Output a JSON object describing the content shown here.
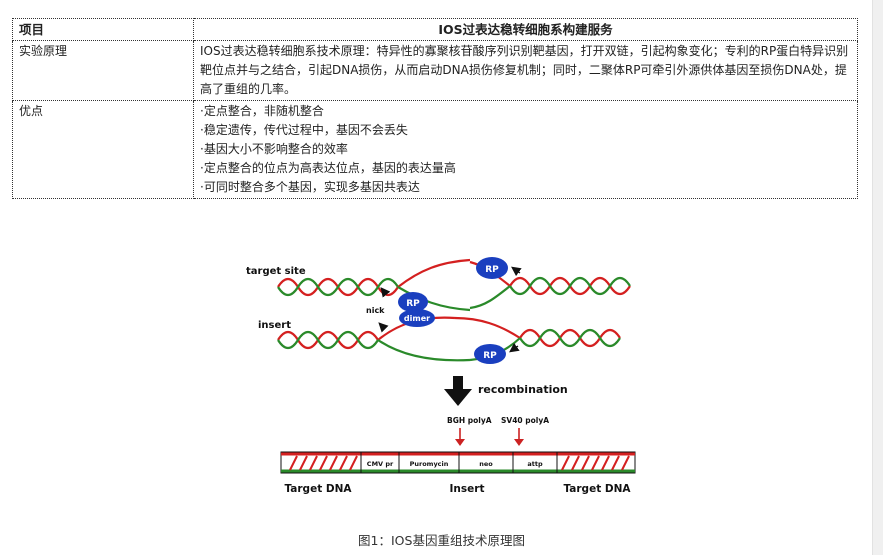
{
  "table": {
    "header": {
      "col1": "项目",
      "col2": "IOS过表达稳转细胞系构建服务"
    },
    "rows": [
      {
        "label": "实验原理",
        "text": "IOS过表达稳转细胞系技术原理：特异性的寡聚核苷酸序列识别靶基因，打开双链，引起构象变化；专利的RP蛋白特异识别靶位点并与之结合，引起DNA损伤，从而启动DNA损伤修复机制；同时，二聚体RP可牵引外源供体基因至损伤DNA处，提高了重组的几率。"
      },
      {
        "label": "优点",
        "items": [
          "·定点整合，非随机整合",
          "·稳定遗传，传代过程中，基因不会丢失",
          "·基因大小不影响整合的效率",
          "·定点整合的位点为高表达位点，基因的表达量高",
          "·可同时整合多个基因，实现多基因共表达"
        ]
      }
    ]
  },
  "figure": {
    "labels": {
      "target_site": "target site",
      "insert": "insert",
      "nick": "nick",
      "rp": "RP",
      "rp_dimer_rp": "RP",
      "rp_dimer_dimer": "dimer",
      "recombination": "recombination",
      "bgh": "BGH polyA",
      "sv40": "SV40 polyA",
      "cmv": "CMV pr",
      "puromycin": "Puromycin",
      "neo": "neo",
      "attp": "attp",
      "target_dna_left": "Target DNA",
      "insert_bottom": "Insert",
      "target_dna_right": "Target DNA"
    },
    "caption": "图1：IOS基因重组技术原理图",
    "colors": {
      "helix_red": "#d42020",
      "helix_green": "#2a8a2a",
      "rp_blue": "#1a3fbf",
      "arrow_black": "#111111",
      "arrow_red": "#cc2222"
    }
  }
}
